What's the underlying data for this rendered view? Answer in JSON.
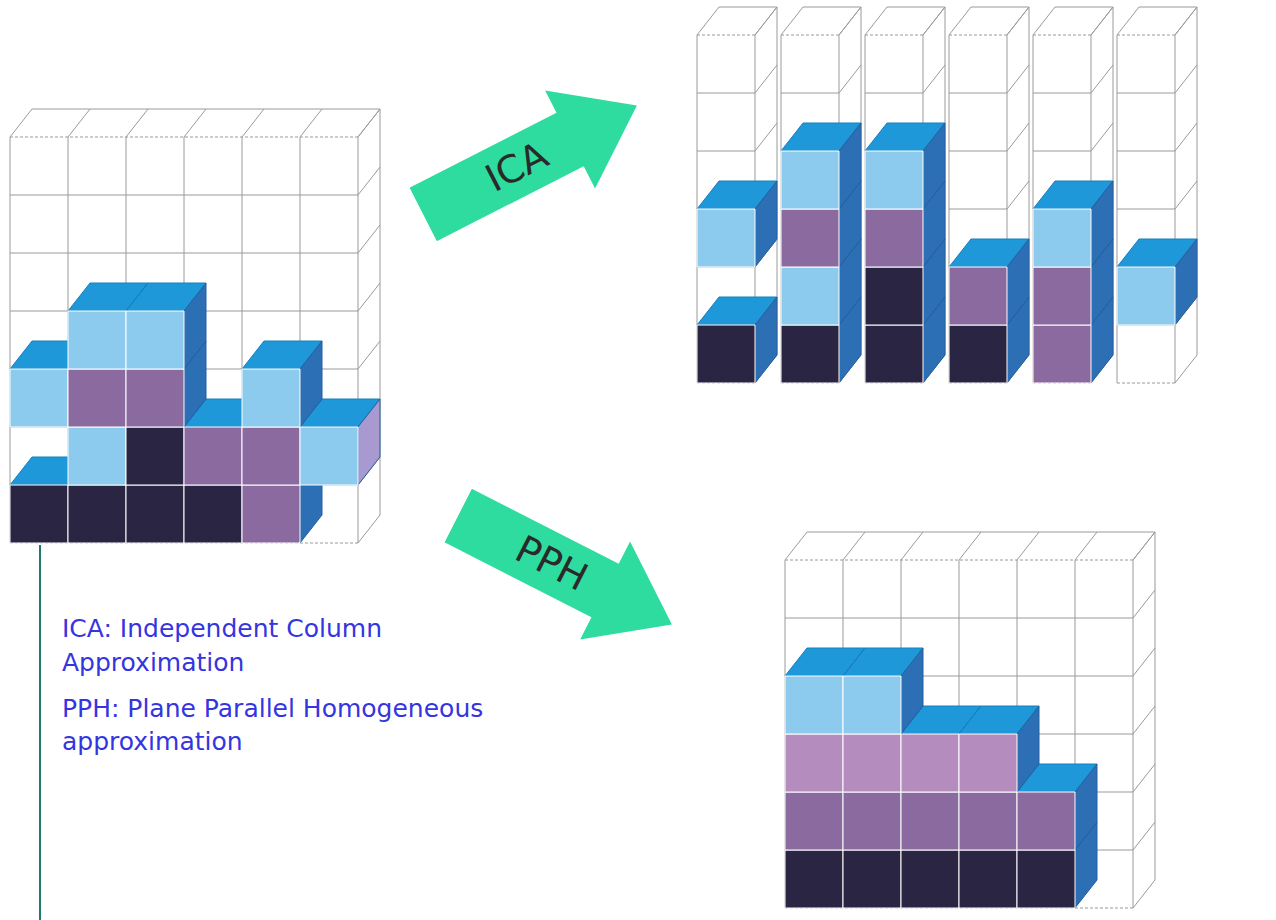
{
  "diagram": {
    "nodes": [
      {
        "text": [
          "ICA"
        ]
      },
      {
        "text": [
          "PPH"
        ]
      }
    ],
    "labels": [
      "ICA: Independent Column Approximation",
      "PPH: Plane Parallel Homogeneous approximation"
    ]
  }
}
